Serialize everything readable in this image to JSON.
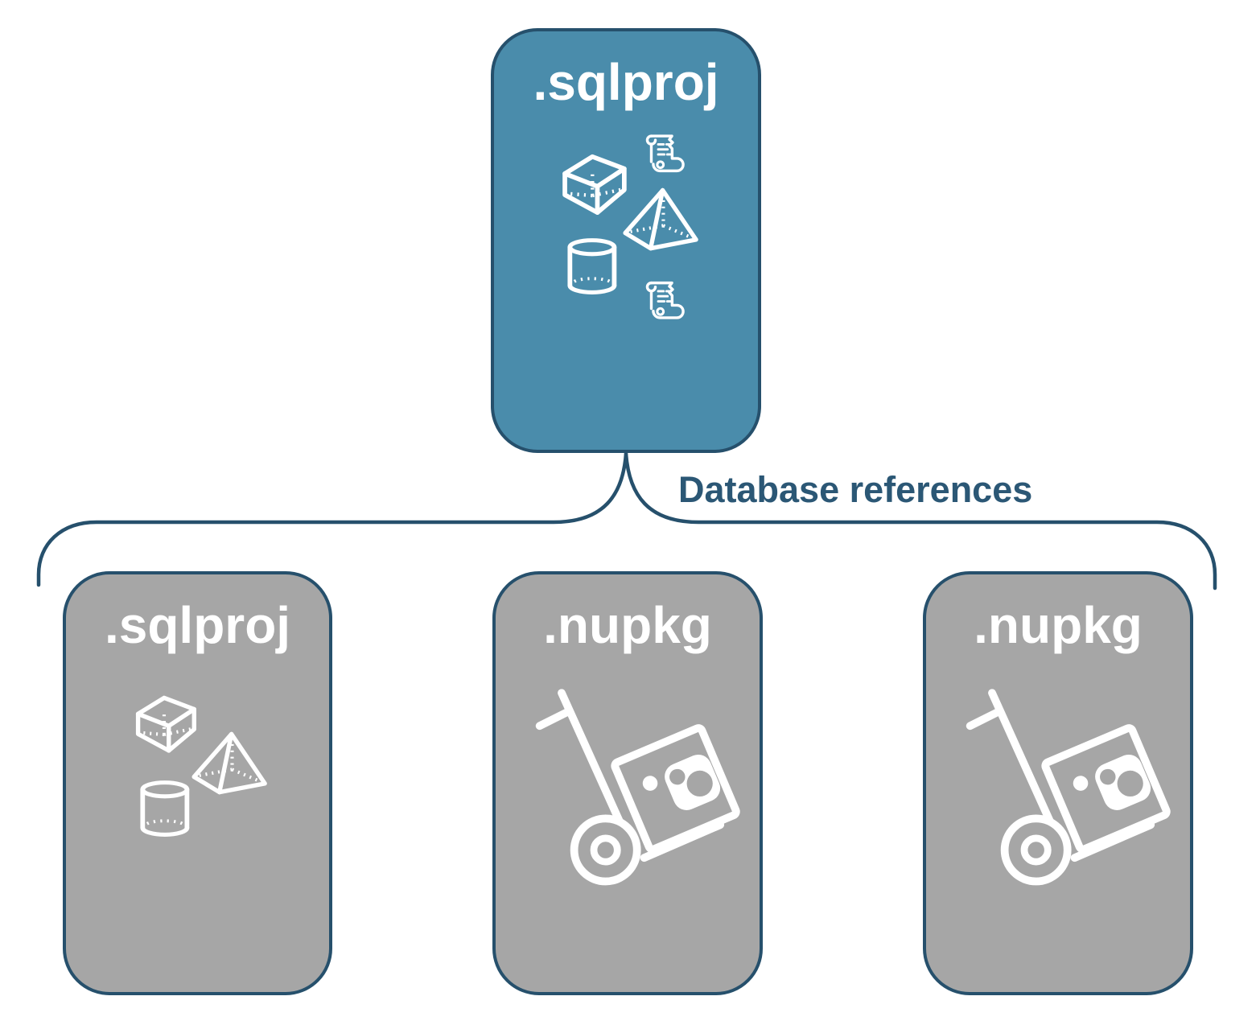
{
  "diagram": {
    "root": {
      "label": ".sqlproj",
      "icons": [
        "sql-script-icon",
        "cube-icon",
        "pyramid-icon",
        "cylinder-icon",
        "sql-script-icon"
      ]
    },
    "connector": {
      "label": "Database references"
    },
    "children": [
      {
        "label": ".sqlproj",
        "icons": [
          "cube-icon",
          "pyramid-icon",
          "cylinder-icon"
        ]
      },
      {
        "label": ".nupkg",
        "icons": [
          "nuget-handtruck-icon"
        ]
      },
      {
        "label": ".nupkg",
        "icons": [
          "nuget-handtruck-icon"
        ]
      }
    ],
    "colors": {
      "root_fill": "#4A8CAB",
      "child_fill": "#A6A6A6",
      "outline": "#26506C",
      "label_text": "#FFFFFF",
      "icon_stroke": "#FFFFFF",
      "connector_text": "#2B5775",
      "background": "#FFFFFF"
    }
  }
}
